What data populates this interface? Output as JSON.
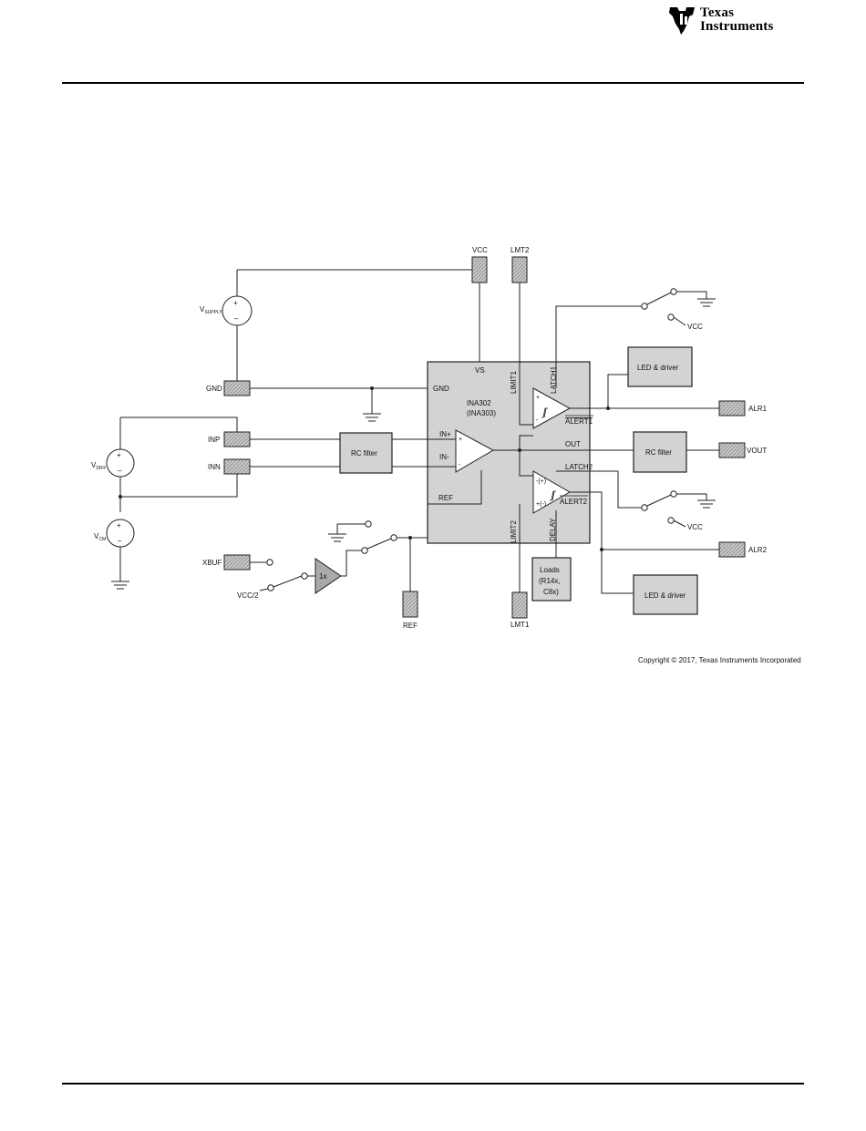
{
  "header": {
    "logo_line1": "Texas",
    "logo_line2": "Instruments"
  },
  "diagram": {
    "ic_name": "INA302",
    "ic_alt": "(INA303)",
    "ic_pins": {
      "vs": "VS",
      "gnd": "GND",
      "in_plus": "IN+",
      "in_minus": "IN-",
      "ref": "REF",
      "out": "OUT",
      "limit1": "LIMIT1",
      "limit2": "LIMIT2",
      "latch1": "LATCH1",
      "latch2": "LATCH2",
      "alert1": "ALERT1",
      "alert2": "ALERT2",
      "delay": "DELAY"
    },
    "connectors": {
      "vcc": "VCC",
      "lmt2": "LMT2",
      "gnd": "GND",
      "inp": "INP",
      "inn": "INN",
      "xbuf": "XBUF",
      "vcc2": "VCC/2",
      "ref": "REF",
      "lmt1": "LMT1",
      "alr1": "ALR1",
      "vout": "VOUT",
      "alr2": "ALR2"
    },
    "sources": {
      "vsupply_main": "V",
      "vsupply_sub": "SUPPLY",
      "vdiff_main": "V",
      "vdiff_sub": "DIFF",
      "vcm_main": "V",
      "vcm_sub": "CM"
    },
    "blocks": {
      "rc_filter_in": "RC filter",
      "rc_filter_out": "RC filter",
      "led_driver_1": "LED & driver",
      "led_driver_2": "LED & driver",
      "buffer": "1x",
      "loads_line1": "Loads",
      "loads_line2": "(R14x,",
      "loads_line3": "C8x)"
    },
    "switch_labels": {
      "vcc_1": "VCC",
      "vcc_2": "VCC"
    },
    "copyright": "Copyright © 2017, Texas Instruments Incorporated"
  }
}
